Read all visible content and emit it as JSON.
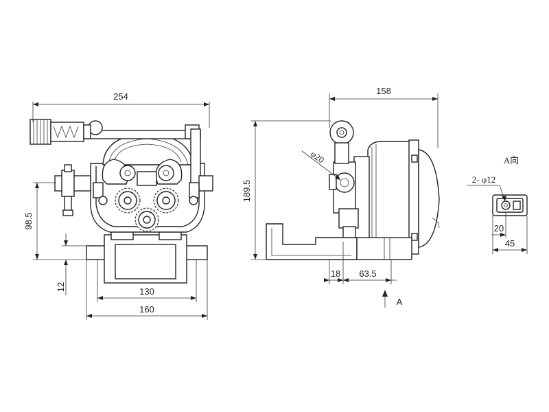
{
  "front_view": {
    "overall_width": "254",
    "height_98": "98.5",
    "base_height": "12",
    "base_inner": "130",
    "base_outer": "160"
  },
  "side_view": {
    "width": "158",
    "height": "189.5",
    "roller_diameter": "φ20",
    "offset_18": "18",
    "offset_63": "63.5",
    "view_marker": "A"
  },
  "detail_view": {
    "title": "A向",
    "holes": "2- φ12",
    "hole_spacing": "20",
    "width": "45"
  }
}
